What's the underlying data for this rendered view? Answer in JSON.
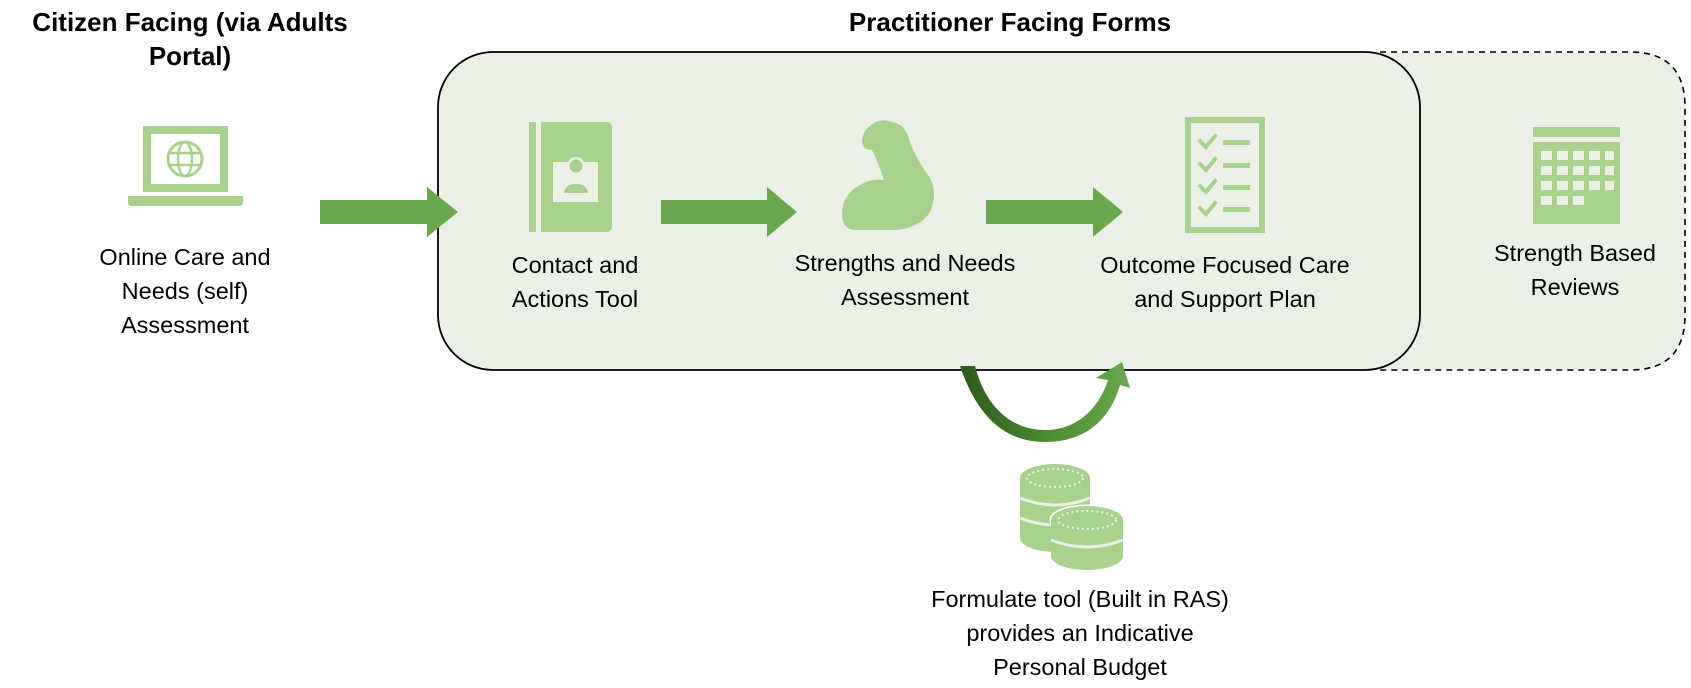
{
  "headings": {
    "citizen": [
      "Citizen Facing (via Adults",
      "Portal)"
    ],
    "practitioner": "Practitioner Facing Forms"
  },
  "nodes": {
    "online": [
      "Online Care and",
      "Needs (self)",
      "Assessment"
    ],
    "contact": [
      "Contact and",
      "Actions Tool"
    ],
    "strengths": [
      "Strengths and Needs",
      "Assessment"
    ],
    "outcome": [
      "Outcome Focused Care",
      "and Support Plan"
    ],
    "reviews": [
      "Strength Based",
      "Reviews"
    ],
    "budget": [
      "Formulate tool (Built in RAS)",
      "provides an Indicative",
      "Personal Budget"
    ]
  },
  "icons": {
    "online": "laptop-globe-icon",
    "contact": "contact-book-icon",
    "strengths": "flexed-arm-icon",
    "outcome": "checklist-icon",
    "reviews": "calendar-icon",
    "budget": "coins-icon"
  },
  "colors": {
    "arrow": "#6aa84f",
    "icon": "#a9d18e",
    "panel_fill": "#ebf0e6",
    "curve_arrow_dark": "#2c5a1c"
  }
}
